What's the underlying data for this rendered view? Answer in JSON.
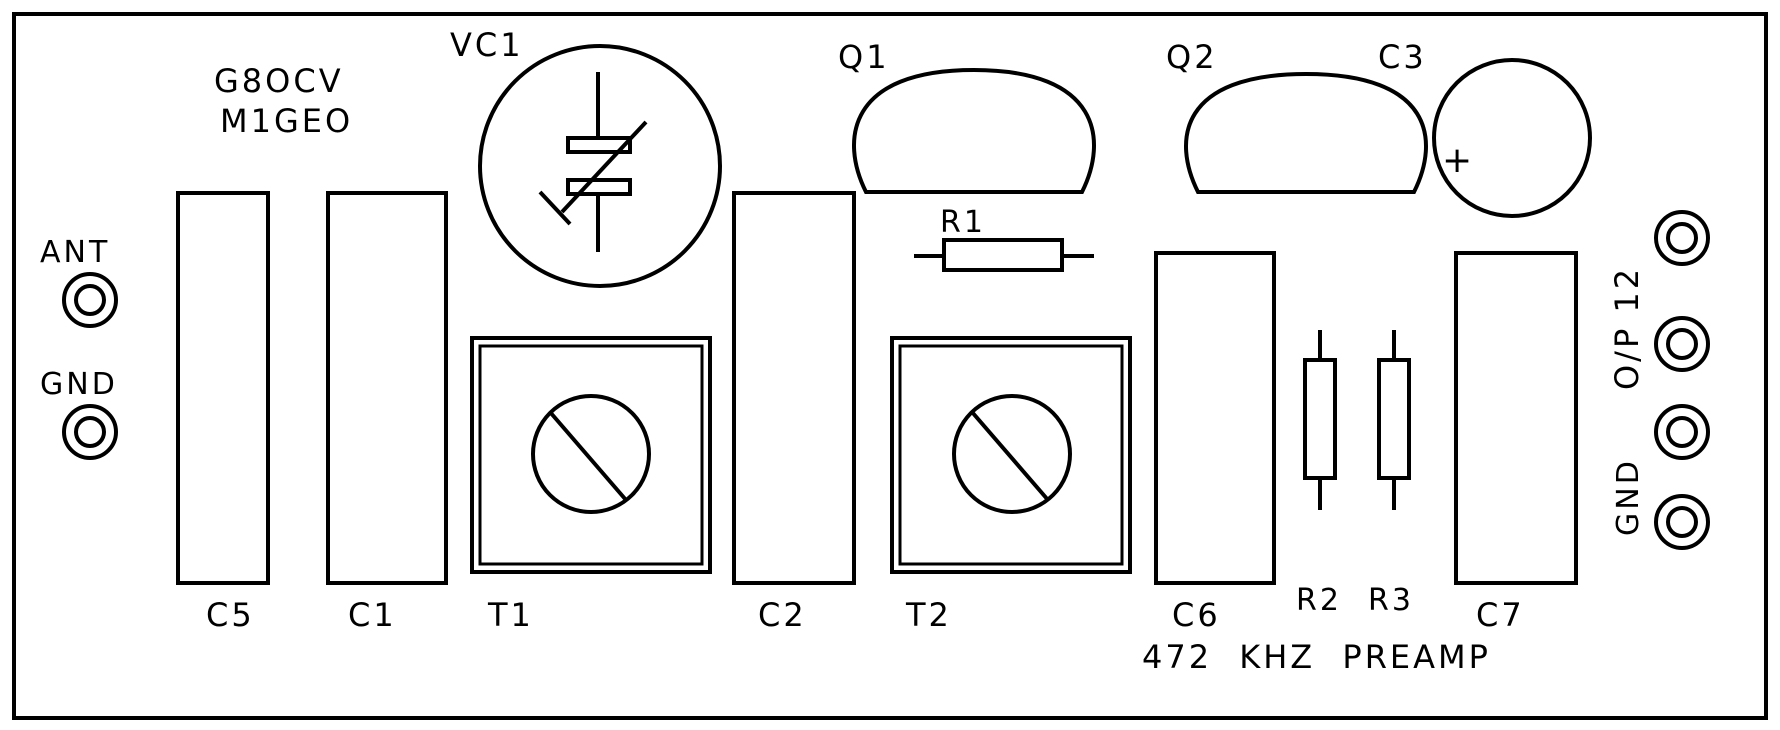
{
  "board": {
    "callsigns": [
      "G8OCV",
      "M1GEO"
    ],
    "title": "472 KHZ PREAMP",
    "colors": {
      "ink": "#000000",
      "background": "#ffffff"
    }
  },
  "labels": {
    "vc1": "VC1",
    "q1": "Q1",
    "q2": "Q2",
    "c3": "C3",
    "c3_polarity": "+",
    "r1": "R1",
    "r2": "R2",
    "r3": "R3",
    "c5": "C5",
    "c1": "C1",
    "t1": "T1",
    "c2": "C2",
    "t2": "T2",
    "c6": "C6",
    "c7": "C7",
    "ant": "ANT",
    "gnd_left": "GND",
    "op12": "O/P 12",
    "gnd_right": "GND"
  }
}
